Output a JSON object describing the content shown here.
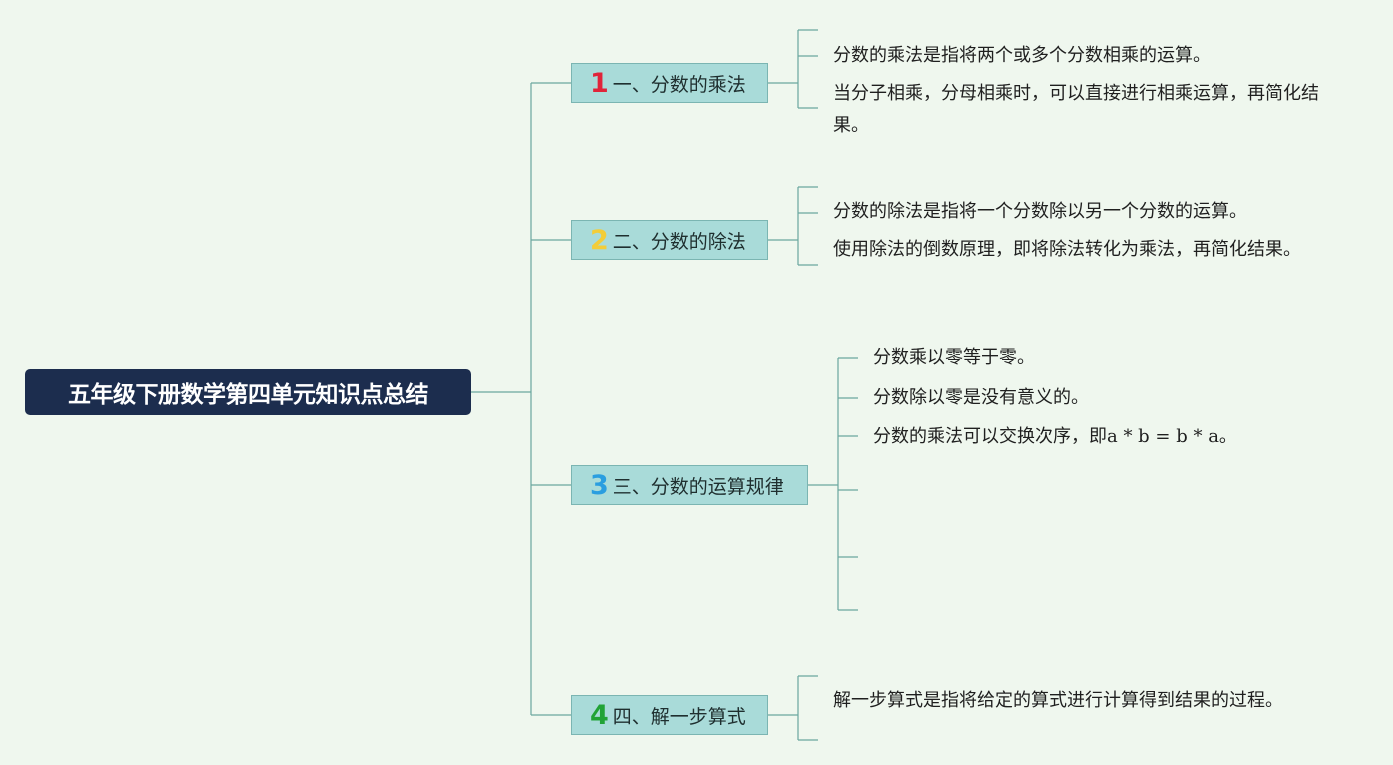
{
  "root": {
    "label": "五年级下册数学第四单元知识点总结"
  },
  "colors": {
    "background": "#eff7ee",
    "root_fill": "#1c2d4e",
    "topic_fill": "#a9dbd9",
    "connector": "#6aa79f"
  },
  "topics": [
    {
      "number": "1",
      "number_color": "#e0243a",
      "label": "一、分数的乘法",
      "items": [
        "分数的乘法是指将两个或多个分数相乘的运算。",
        "当分子相乘，分母相乘时，可以直接进行相乘运算，再简化结果。"
      ]
    },
    {
      "number": "2",
      "number_color": "#f3cd38",
      "label": "二、分数的除法",
      "items": [
        "分数的除法是指将一个分数除以另一个分数的运算。",
        "使用除法的倒数原理，即将除法转化为乘法，再简化结果。"
      ]
    },
    {
      "number": "3",
      "number_color": "#2a9ee0",
      "label": "三、分数的运算规律",
      "items": [
        "分数乘以零等于零。",
        "分数除以零是没有意义的。",
        "分数的乘法可以交换次序，即",
        "a * b = b * a",
        "。"
      ]
    },
    {
      "number": "4",
      "number_color": "#21a336",
      "label": "四、解一步算式",
      "items": [
        "解一步算式是指将给定的算式进行计算得到结果的过程。"
      ]
    }
  ]
}
